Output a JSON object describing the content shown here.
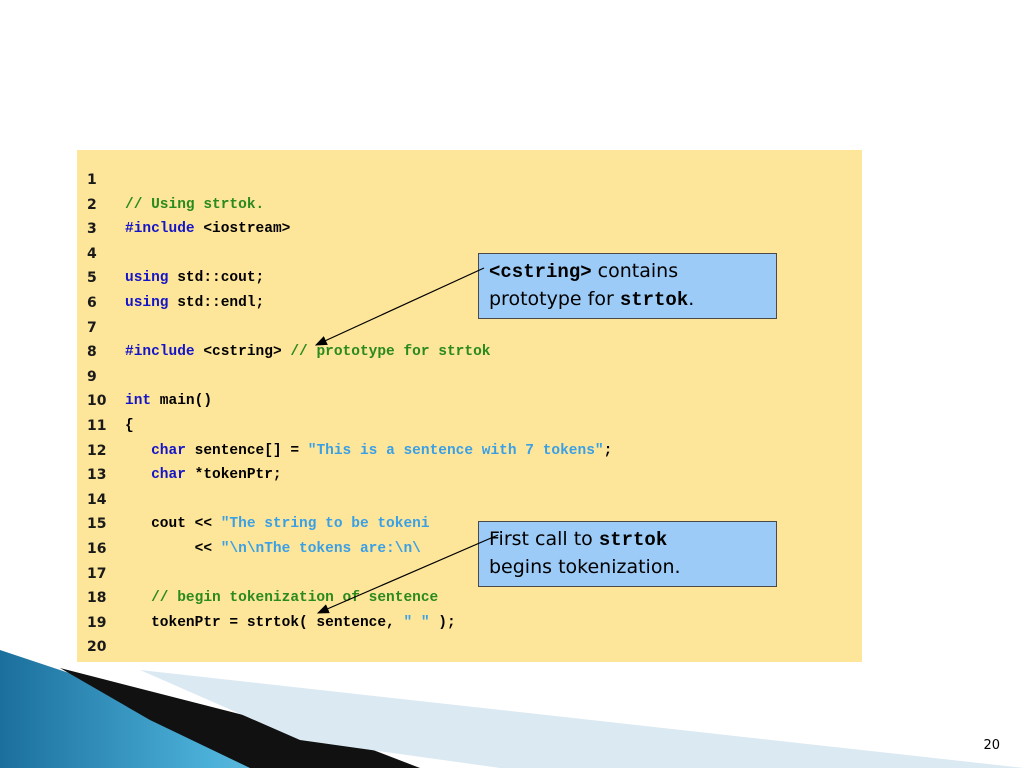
{
  "slide": {
    "number": "20"
  },
  "code": {
    "lines": [
      {
        "n": "1",
        "tokens": []
      },
      {
        "n": "2",
        "tokens": [
          {
            "t": "// Using strtok.",
            "k": "cm"
          }
        ]
      },
      {
        "n": "3",
        "tokens": [
          {
            "t": "#include",
            "k": "kw"
          },
          {
            "t": " <iostream>",
            "k": "pl"
          }
        ]
      },
      {
        "n": "4",
        "tokens": []
      },
      {
        "n": "5",
        "tokens": [
          {
            "t": "using",
            "k": "kw"
          },
          {
            "t": " std::cout;",
            "k": "pl"
          }
        ]
      },
      {
        "n": "6",
        "tokens": [
          {
            "t": "using",
            "k": "kw"
          },
          {
            "t": " std::endl;",
            "k": "pl"
          }
        ]
      },
      {
        "n": "7",
        "tokens": []
      },
      {
        "n": "8",
        "tokens": [
          {
            "t": "#include",
            "k": "kw"
          },
          {
            "t": " <cstring> ",
            "k": "pl"
          },
          {
            "t": "// prototype for strtok",
            "k": "cm"
          }
        ]
      },
      {
        "n": "9",
        "tokens": []
      },
      {
        "n": "10",
        "tokens": [
          {
            "t": "int",
            "k": "kw"
          },
          {
            "t": " main()",
            "k": "pl"
          }
        ]
      },
      {
        "n": "11",
        "tokens": [
          {
            "t": "{",
            "k": "pl"
          }
        ]
      },
      {
        "n": "12",
        "tokens": [
          {
            "t": "   ",
            "k": "pl"
          },
          {
            "t": "char",
            "k": "kw"
          },
          {
            "t": " sentence[] = ",
            "k": "pl"
          },
          {
            "t": "\"This is a sentence with 7 tokens\"",
            "k": "str"
          },
          {
            "t": ";",
            "k": "pl"
          }
        ]
      },
      {
        "n": "13",
        "tokens": [
          {
            "t": "   ",
            "k": "pl"
          },
          {
            "t": "char",
            "k": "kw"
          },
          {
            "t": " *tokenPtr;",
            "k": "pl"
          }
        ]
      },
      {
        "n": "14",
        "tokens": []
      },
      {
        "n": "15",
        "tokens": [
          {
            "t": "   cout << ",
            "k": "pl"
          },
          {
            "t": "\"The string to be tokeni",
            "k": "str"
          }
        ]
      },
      {
        "n": "16",
        "tokens": [
          {
            "t": "        << ",
            "k": "pl"
          },
          {
            "t": "\"\\n\\nThe tokens are:\\n\\",
            "k": "str"
          }
        ]
      },
      {
        "n": "17",
        "tokens": []
      },
      {
        "n": "18",
        "tokens": [
          {
            "t": "   // begin tokenization of sentence",
            "k": "cm"
          }
        ]
      },
      {
        "n": "19",
        "tokens": [
          {
            "t": "   tokenPtr = strtok( sentence, ",
            "k": "pl"
          },
          {
            "t": "\" \"",
            "k": "str"
          },
          {
            "t": " );",
            "k": "pl"
          }
        ]
      },
      {
        "n": "20",
        "tokens": []
      }
    ]
  },
  "callouts": {
    "cstring": {
      "code_name": "<cstring>",
      "text_1": " contains",
      "text_2": "prototype for ",
      "code_fn": "strtok",
      "text_3": "."
    },
    "strtok": {
      "text_1": "First call to ",
      "code_fn": "strtok",
      "text_2": "begins tokenization."
    }
  },
  "colors": {
    "code_background": "#fde59a",
    "keyword": "#1414c8",
    "comment": "#2a8a1e",
    "string": "#3aa0e6",
    "callout_background": "#9ccbf7"
  }
}
